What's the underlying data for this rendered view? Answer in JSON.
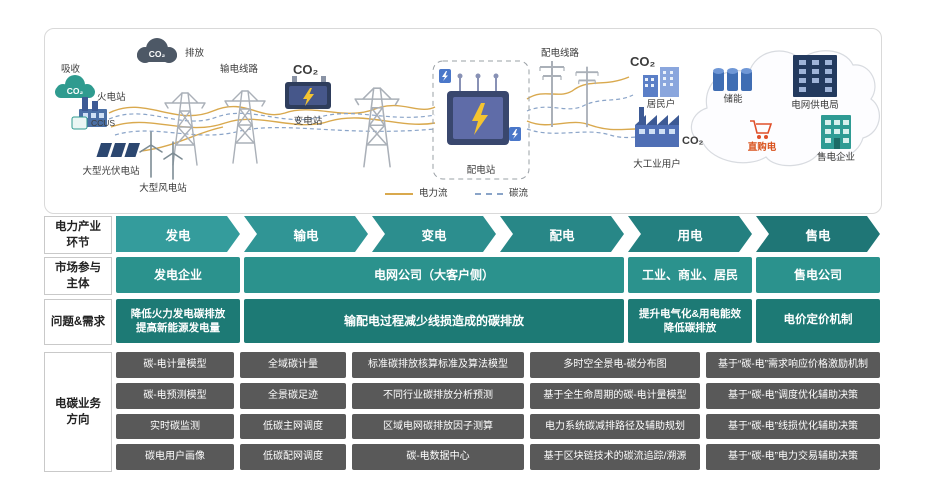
{
  "colors": {
    "teal_arrow": "#2d8f8f",
    "teal_band": "#2b928d",
    "teal_dark_band": "#1d7a75",
    "gray_cell": "#595959",
    "power_line": "#d9a94e",
    "carbon_line": "#8aa4c8",
    "direct_purchase_red": "#d9531e"
  },
  "illustration": {
    "absorb": "吸收",
    "emission": "排放",
    "co2": "CO₂",
    "thermal": "火电站",
    "ccus": "CCUS",
    "pv": "大型光伏电站",
    "wind": "大型风电站",
    "transmission_line": "输电线路",
    "substation": "变电站",
    "distribution_station": "配电站",
    "distribution_line": "配电线路",
    "residential": "居民户",
    "industrial": "大工业用户",
    "storage": "储能",
    "bureau": "电网供电局",
    "direct_purchase": "直购电",
    "sales": "售电企业",
    "legend_power": "电力流",
    "legend_carbon": "碳流"
  },
  "chain": {
    "label": "电力产业\n环节",
    "items": [
      "发电",
      "输电",
      "变电",
      "配电",
      "用电",
      "售电"
    ]
  },
  "participants": {
    "label": "市场参与\n主体",
    "items": [
      "发电企业",
      "电网公司（大客户侧）",
      "工业、商业、居民",
      "售电公司"
    ]
  },
  "needs": {
    "label": "问题&需求",
    "items": [
      "降低火力发电碳排放\n提高新能源发电量",
      "输配电过程减少线损造成的碳排放",
      "提升电气化&用电能效\n降低碳排放",
      "电价定价机制"
    ]
  },
  "business": {
    "label": "电碳业务\n方向",
    "rows": [
      [
        "碳-电计量模型",
        "全域碳计量",
        "标准碳排放核算标准及算法模型",
        "多时空全景电-碳分布图",
        "基于“碳-电”需求响应价格激励机制"
      ],
      [
        "碳-电预测模型",
        "全景碳足迹",
        "不同行业碳排放分析预测",
        "基于全生命周期的碳-电计量模型",
        "基于“碳-电”调度优化辅助决策"
      ],
      [
        "实时碳监测",
        "低碳主网调度",
        "区域电网碳排放因子测算",
        "电力系统碳减排路径及辅助规划",
        "基于“碳-电”线损优化辅助决策"
      ],
      [
        "碳电用户画像",
        "低碳配网调度",
        "碳-电数据中心",
        "基于区块链技术的碳流追踪/溯源",
        "基于“碳-电”电力交易辅助决策"
      ]
    ]
  }
}
